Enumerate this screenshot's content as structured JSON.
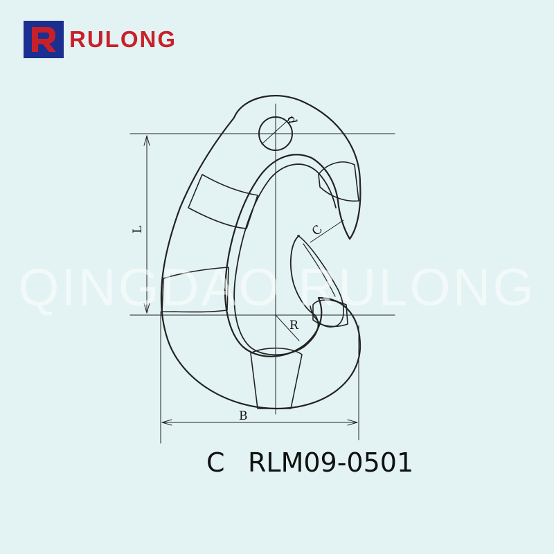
{
  "brand": {
    "name": "RULONG",
    "colors": {
      "red": "#c8202a",
      "blue": "#1a2f8f"
    }
  },
  "watermark": "QINGDAO RULONG",
  "drawing": {
    "dimension_labels": {
      "d": "d",
      "L": "L",
      "C": "C",
      "R": "R",
      "B": "B"
    }
  },
  "caption": {
    "variant": "C",
    "model": "RLM09-0501"
  },
  "colors": {
    "background": "#e3f2f2",
    "line": "#222222"
  }
}
